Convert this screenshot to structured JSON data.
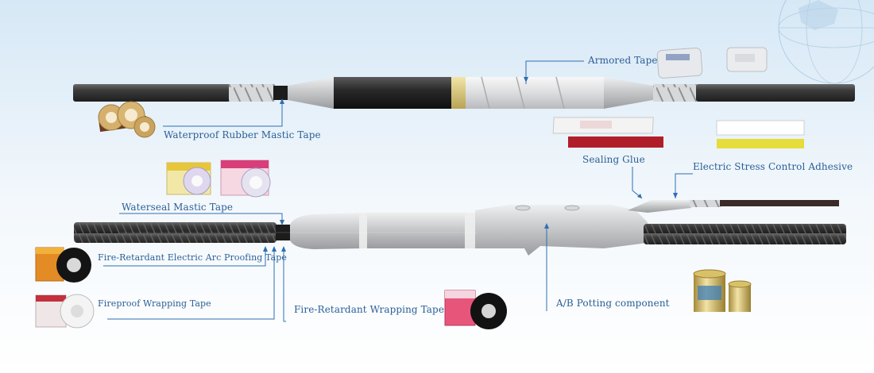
{
  "labels": {
    "armored": "Armored Tape",
    "waterproof": "Waterproof Rubber Mastic Tape",
    "sealing_glue": "Sealing Glue",
    "stress_control": "Electric Stress Control Adhesive",
    "waterseal": "Waterseal Mastic Tape",
    "fire_retardant_arc": "Fire-Retardant Electric Arc Proofing Tape",
    "fireproof": "Fireproof Wrapping Tape",
    "fire_retardant_wrap": "Fire-Retardant Wrapping Tape",
    "potting": "A/B Potting component"
  },
  "colors": {
    "label_text": "#2b5f95",
    "leader_line": "#2f6fb0",
    "cable_jacket": "#3a3a3a",
    "joint_body": "#c9cbcd",
    "sealing_strip": "#b01e2a",
    "stress_strip": "#e6dc3a"
  },
  "icons": {
    "globe": "globe-icon"
  }
}
